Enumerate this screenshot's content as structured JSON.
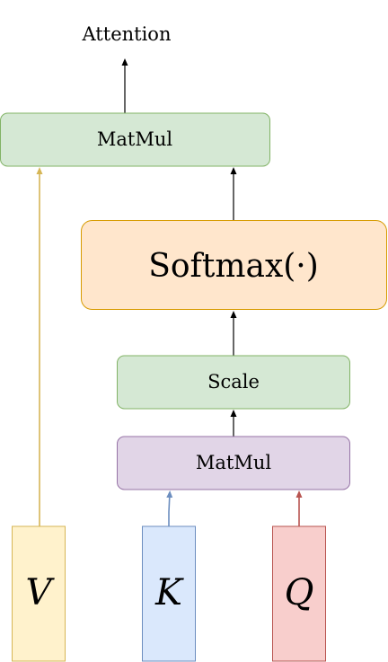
{
  "diagram": {
    "output_label": "Attention",
    "nodes": {
      "matmul_top": {
        "label": "MatMul",
        "fill": "#d5e8d4",
        "stroke": "#82b366"
      },
      "softmax": {
        "label": "Softmax(·)",
        "fill": "#ffe6cc",
        "stroke": "#d79b00"
      },
      "scale": {
        "label": "Scale",
        "fill": "#d5e8d4",
        "stroke": "#82b366"
      },
      "matmul_bottom": {
        "label": "MatMul",
        "fill": "#e1d5e7",
        "stroke": "#9673a6"
      }
    },
    "inputs": {
      "v": {
        "label": "V",
        "fill": "#fff2cc",
        "stroke": "#d6b656",
        "arrow_color": "#d6b656"
      },
      "k": {
        "label": "K",
        "fill": "#dae8fc",
        "stroke": "#6c8ebf",
        "arrow_color": "#6c8ebf"
      },
      "q": {
        "label": "Q",
        "fill": "#f8cecc",
        "stroke": "#b85450",
        "arrow_color": "#b85450"
      }
    },
    "flow_arrow_color": "#000000"
  }
}
